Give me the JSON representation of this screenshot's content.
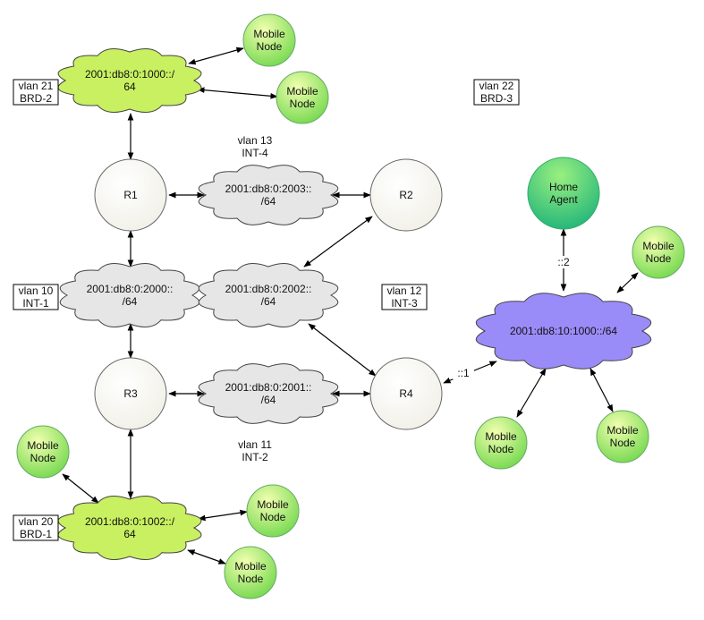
{
  "colors": {
    "router_fill": "#f5f5ef",
    "lime_cloud": "#c8f060",
    "gray_cloud": "#e6e6e6",
    "purple_cloud": "#9a8cf8",
    "mobile_top": "#f2ffb0",
    "mobile_bottom": "#74d84e",
    "ha_top": "#9af080",
    "ha_bottom": "#1fb47a",
    "line": "#000000"
  },
  "routers": [
    {
      "id": "r1",
      "label": "R1"
    },
    {
      "id": "r2",
      "label": "R2"
    },
    {
      "id": "r3",
      "label": "R3"
    },
    {
      "id": "r4",
      "label": "R4"
    }
  ],
  "home_agent": {
    "lines": [
      "Home",
      "Agent"
    ]
  },
  "mobile_node_lines": [
    "Mobile",
    "Node"
  ],
  "clouds": [
    {
      "id": "c1000",
      "lines": [
        "2001:db8:0:1000::/",
        "64"
      ],
      "style": "lime"
    },
    {
      "id": "c2003",
      "lines": [
        "2001:db8:0:2003::",
        "/64"
      ],
      "style": "gray"
    },
    {
      "id": "c2000",
      "lines": [
        "2001:db8:0:2000::",
        "/64"
      ],
      "style": "gray"
    },
    {
      "id": "c2002",
      "lines": [
        "2001:db8:0:2002::",
        "/64"
      ],
      "style": "gray"
    },
    {
      "id": "c2001",
      "lines": [
        "2001:db8:0:2001::",
        "/64"
      ],
      "style": "gray"
    },
    {
      "id": "c1002",
      "lines": [
        "2001:db8:0:1002::/",
        "64"
      ],
      "style": "lime"
    },
    {
      "id": "c10",
      "lines": [
        "2001:db8:10:1000::/64"
      ],
      "style": "purple"
    }
  ],
  "vlan_boxes": [
    {
      "id": "v21",
      "lines": [
        "vlan 21",
        "BRD-2"
      ],
      "bordered": true
    },
    {
      "id": "v22",
      "lines": [
        "vlan 22",
        "BRD-3"
      ],
      "bordered": true
    },
    {
      "id": "v13",
      "lines": [
        "vlan 13",
        "INT-4"
      ],
      "bordered": false
    },
    {
      "id": "v10",
      "lines": [
        "vlan 10",
        "INT-1"
      ],
      "bordered": true
    },
    {
      "id": "v12",
      "lines": [
        "vlan 12",
        "INT-3"
      ],
      "bordered": true
    },
    {
      "id": "v11",
      "lines": [
        "vlan 11",
        "INT-2"
      ],
      "bordered": false
    },
    {
      "id": "v20",
      "lines": [
        "vlan 20",
        "BRD-1"
      ],
      "bordered": true
    }
  ],
  "link_labels": [
    {
      "id": "ha-link",
      "text": "::2"
    },
    {
      "id": "r4-link",
      "text": "::1"
    }
  ]
}
